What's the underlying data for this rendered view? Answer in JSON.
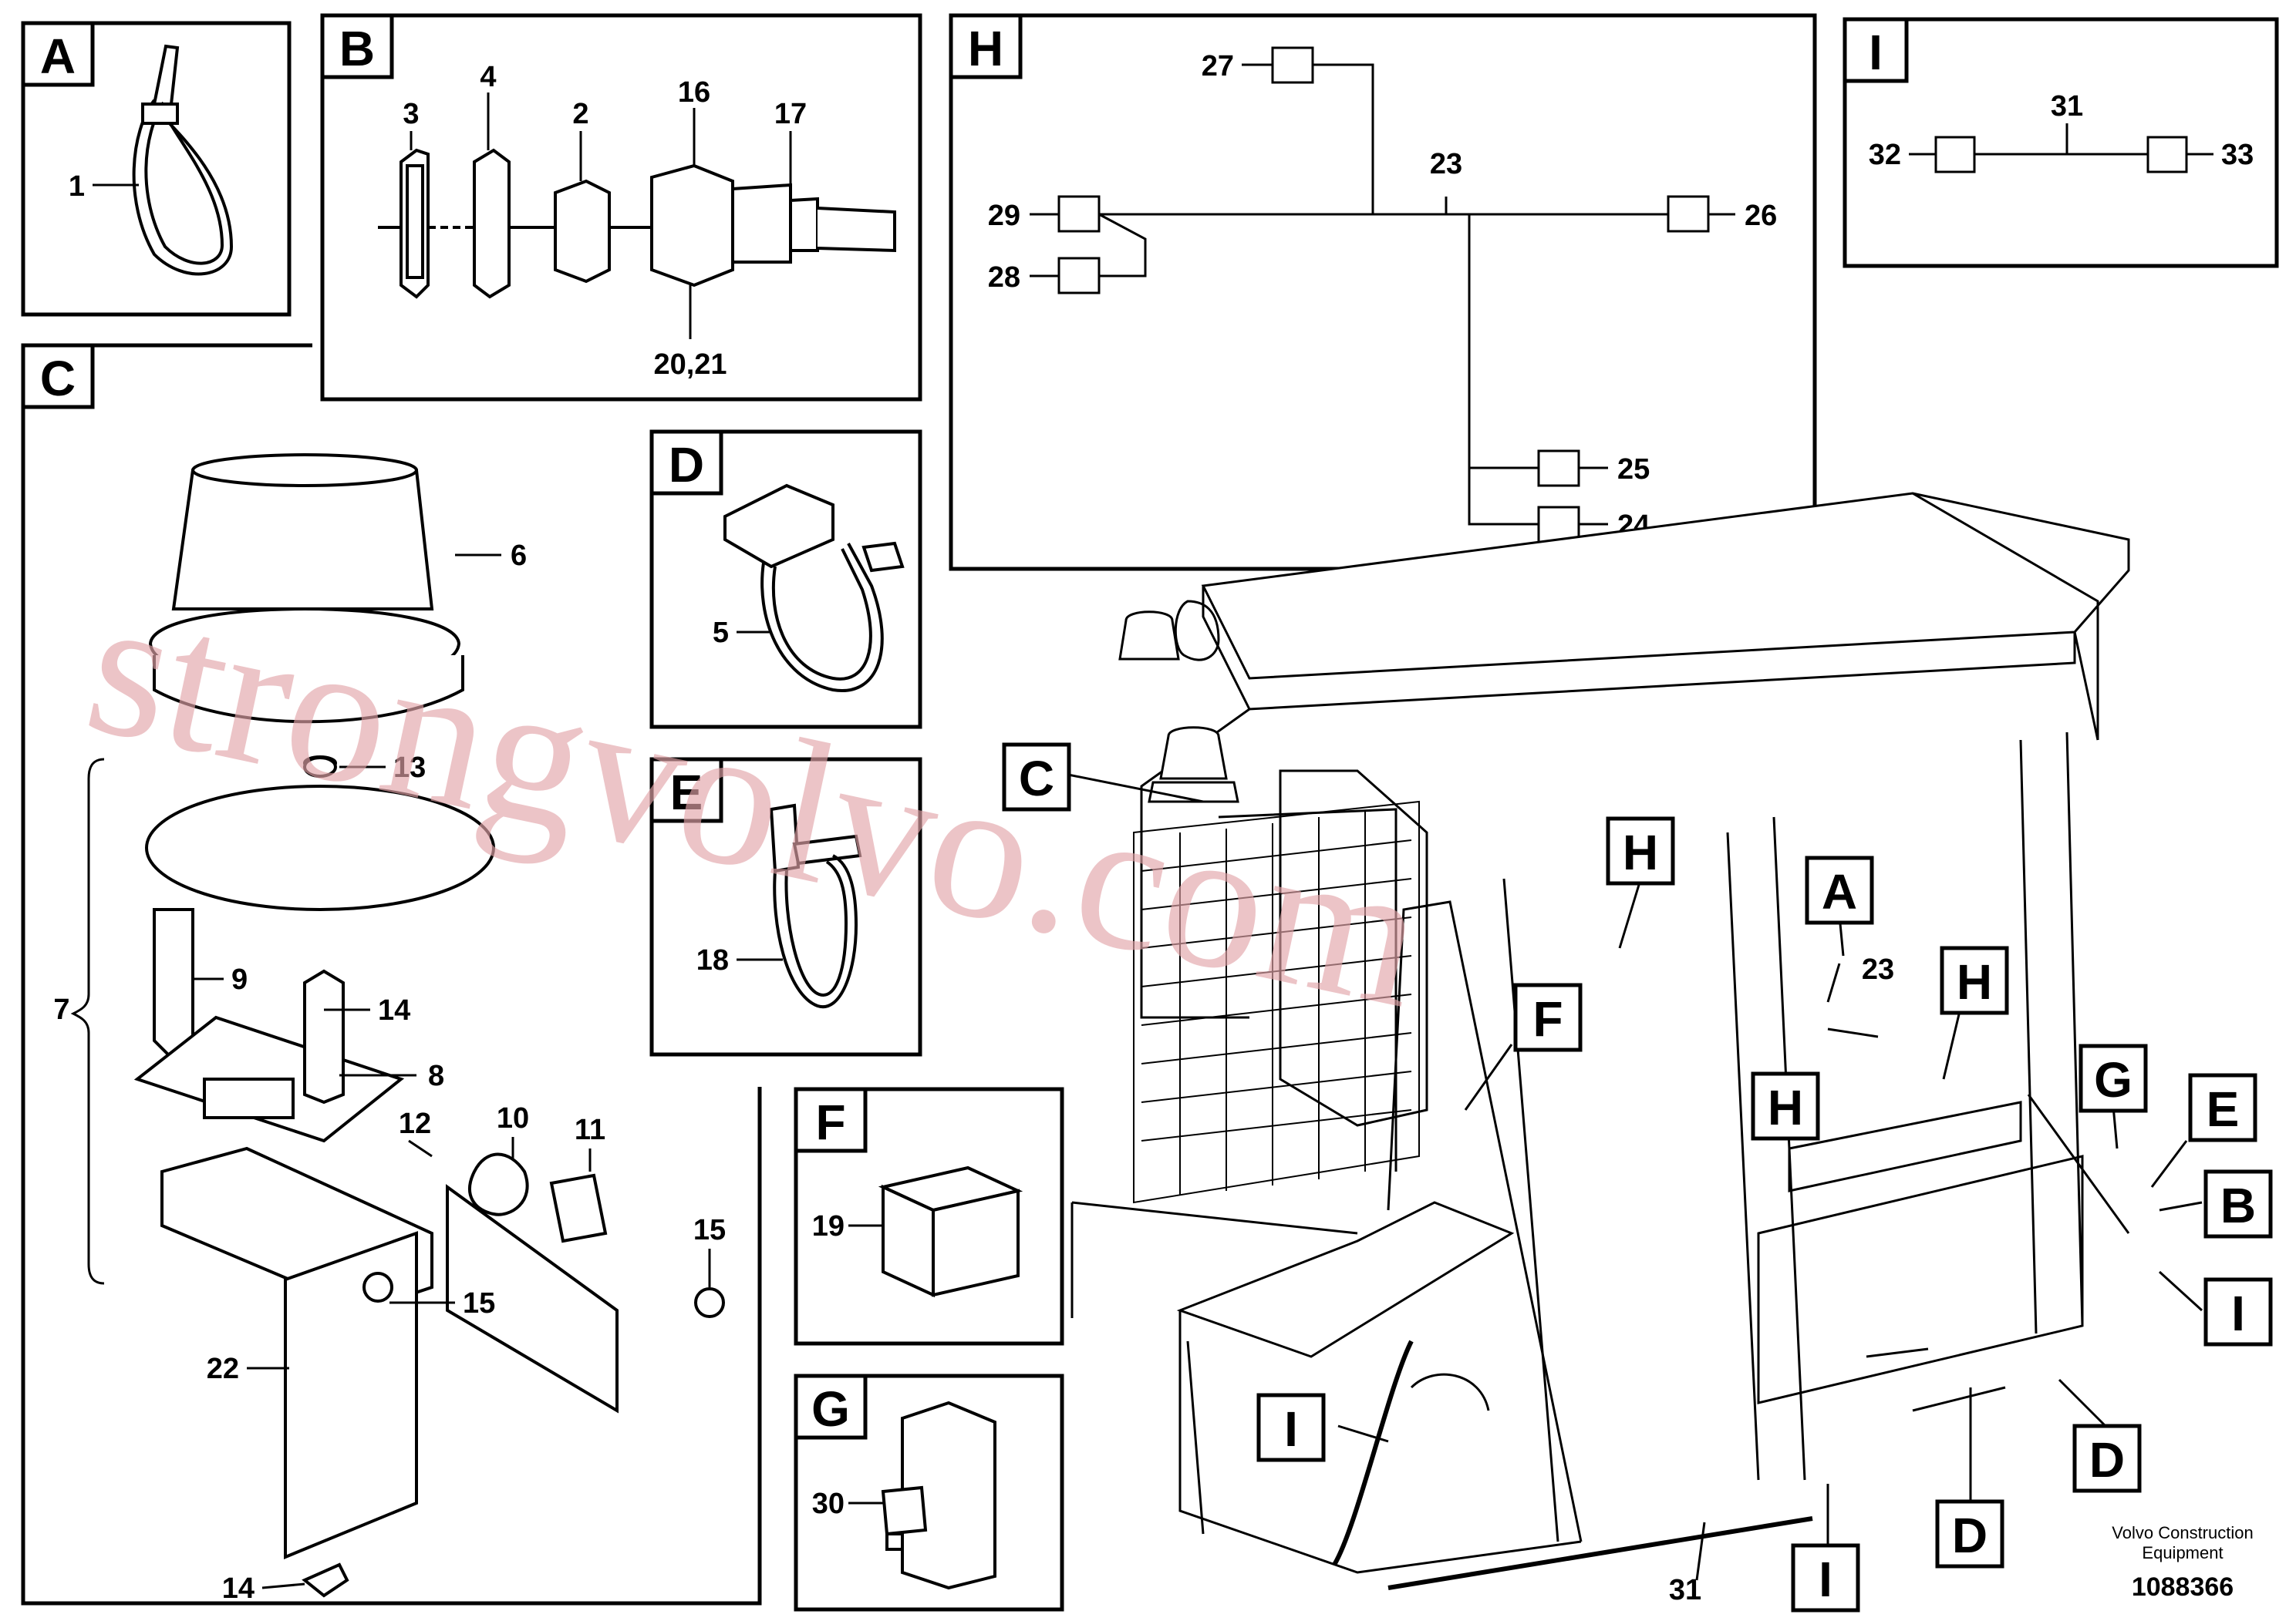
{
  "panels": {
    "A": {
      "letter": "A",
      "callouts": [
        "1"
      ]
    },
    "B": {
      "letter": "B",
      "callouts": [
        "3",
        "4",
        "2",
        "16",
        "17",
        "20,21"
      ]
    },
    "C": {
      "letter": "C",
      "callouts": [
        "6",
        "13",
        "7",
        "9",
        "14",
        "8",
        "12",
        "10",
        "11",
        "15",
        "15",
        "22",
        "14"
      ]
    },
    "D": {
      "letter": "D",
      "callouts": [
        "5"
      ]
    },
    "E": {
      "letter": "E",
      "callouts": [
        "18"
      ]
    },
    "F": {
      "letter": "F",
      "callouts": [
        "19"
      ]
    },
    "G": {
      "letter": "G",
      "callouts": [
        "30"
      ]
    },
    "H": {
      "letter": "H",
      "callouts": [
        "27",
        "23",
        "29",
        "28",
        "26",
        "25",
        "24"
      ]
    },
    "I": {
      "letter": "I",
      "callouts": [
        "31",
        "32",
        "33"
      ]
    }
  },
  "main_view": {
    "labels": [
      "C",
      "H",
      "A",
      "23",
      "H",
      "F",
      "H",
      "G",
      "E",
      "B",
      "I",
      "I",
      "I",
      "D",
      "D",
      "31"
    ]
  },
  "watermark": "strongvolvo.com",
  "footer": {
    "brand_line1": "Volvo Construction",
    "brand_line2": "Equipment",
    "doc_number": "1088366"
  }
}
